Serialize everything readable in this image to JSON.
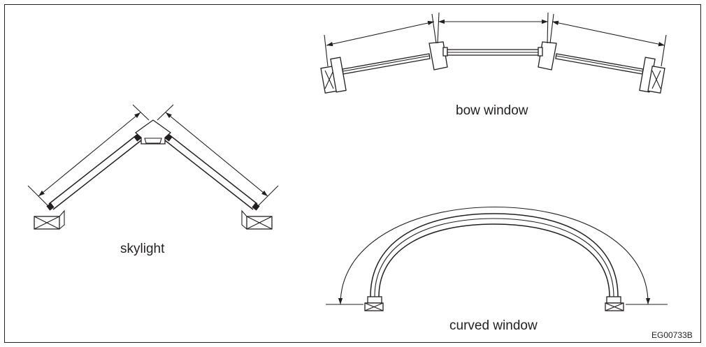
{
  "labels": {
    "skylight": "skylight",
    "bow_window": "bow window",
    "curved_window": "curved window",
    "figure_code": "EG00733B"
  }
}
